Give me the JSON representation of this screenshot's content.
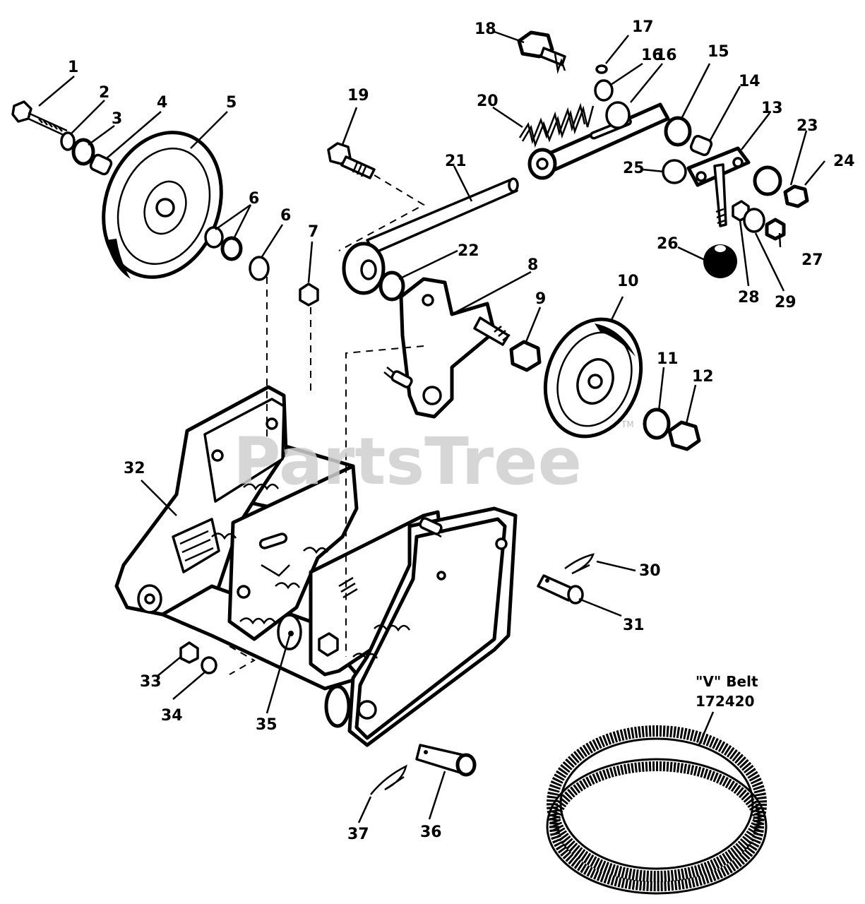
{
  "watermark": "PartsTree",
  "trademark": "TM",
  "belt_note": {
    "line1": "\"V\" Belt",
    "line2": "172420"
  },
  "callouts": [
    "1",
    "2",
    "3",
    "4",
    "5",
    "6",
    "6",
    "7",
    "8",
    "9",
    "10",
    "11",
    "12",
    "13",
    "14",
    "15",
    "16",
    "16",
    "17",
    "18",
    "19",
    "20",
    "21",
    "22",
    "23",
    "24",
    "25",
    "26",
    "27",
    "28",
    "29",
    "30",
    "31",
    "32",
    "33",
    "34",
    "35",
    "36",
    "37"
  ]
}
